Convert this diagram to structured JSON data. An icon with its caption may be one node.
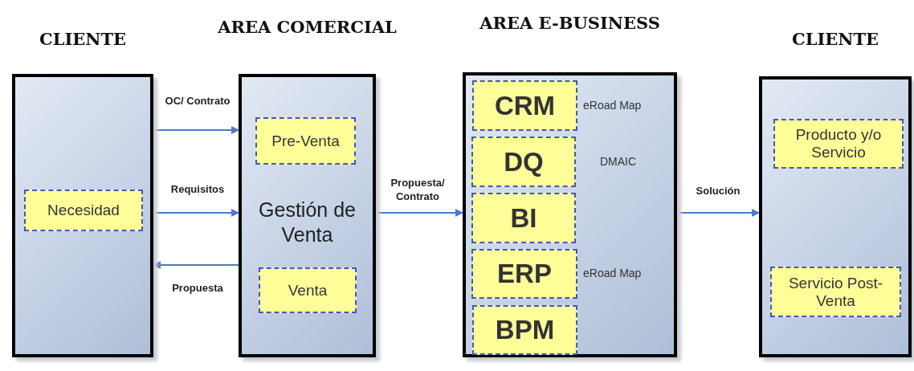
{
  "diagram": {
    "nodes": [
      {
        "text": [
          "CLIENTE"
        ]
      },
      {
        "text": [
          "Necesidad"
        ],
        "in": 0
      },
      {
        "text": [
          "AREA COMERCIAL",
          "Gestión de Venta"
        ]
      },
      {
        "text": [
          "Pre-Venta"
        ],
        "in": 2
      },
      {
        "text": [
          "Venta"
        ],
        "in": 2
      },
      {
        "text": [
          "AREA E-BUSINESS"
        ]
      },
      {
        "text": [
          "CRM"
        ],
        "in": 5,
        "beside": [
          "eRoad Map"
        ]
      },
      {
        "text": [
          "DQ"
        ],
        "in": 5,
        "beside": [
          "DMAIC"
        ]
      },
      {
        "text": [
          "BI"
        ],
        "in": 5
      },
      {
        "text": [
          "ERP"
        ],
        "in": 5,
        "beside": [
          "eRoad Map"
        ]
      },
      {
        "text": [
          "BPM"
        ],
        "in": 5
      },
      {
        "text": [
          "CLIENTE"
        ]
      },
      {
        "text": [
          "Producto y/o Servicio"
        ],
        "in": 11
      },
      {
        "text": [
          "Servicio Post-Venta"
        ],
        "in": 11
      }
    ],
    "edges": [
      {
        "from": 0,
        "to": 2,
        "arrow": "to",
        "label": "OC/ Contrato"
      },
      {
        "from": 0,
        "to": 2,
        "arrow": "to",
        "label": "Requisitos"
      },
      {
        "from": 2,
        "to": 0,
        "arrow": "to",
        "label": "Propuesta"
      },
      {
        "from": 2,
        "to": 5,
        "arrow": "to",
        "label": "Propuesta/ Contrato"
      },
      {
        "from": 5,
        "to": 11,
        "arrow": "to",
        "label": "Solución"
      }
    ]
  }
}
